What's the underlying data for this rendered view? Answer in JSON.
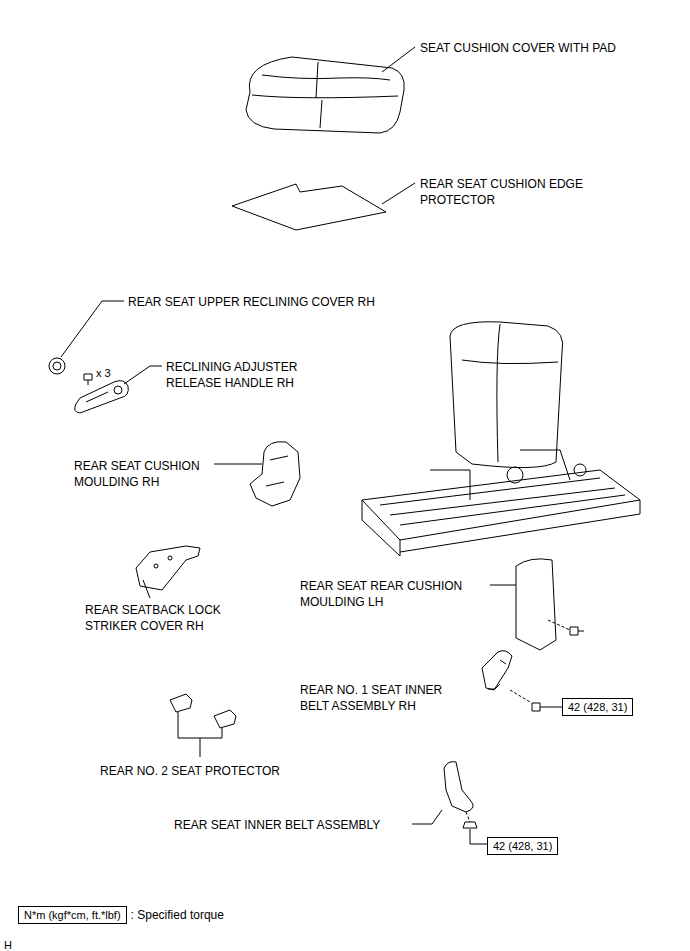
{
  "diagram": {
    "nodes": [
      {
        "text": [
          "42 (428, 31)"
        ]
      },
      {
        "text": [
          "42 (428, 31)"
        ]
      },
      {
        "text": [
          "N*m (kgf*cm, ft.*lbf)",
          ": Specified torque"
        ]
      }
    ],
    "labels": [
      "SEAT CUSHION COVER WITH PAD",
      "REAR SEAT CUSHION EDGE PROTECTOR",
      "REAR SEAT UPPER RECLINING COVER RH",
      "x 3",
      "RECLINING ADJUSTER RELEASE HANDLE RH",
      "REAR SEAT CUSHION MOULDING RH",
      "REAR SEATBACK LOCK STRIKER COVER RH",
      "REAR SEAT REAR CUSHION MOULDING LH",
      "REAR NO. 1 SEAT INNER BELT ASSEMBLY RH",
      "REAR NO. 2 SEAT PROTECTOR",
      "REAR SEAT INNER BELT ASSEMBLY",
      "H"
    ]
  }
}
